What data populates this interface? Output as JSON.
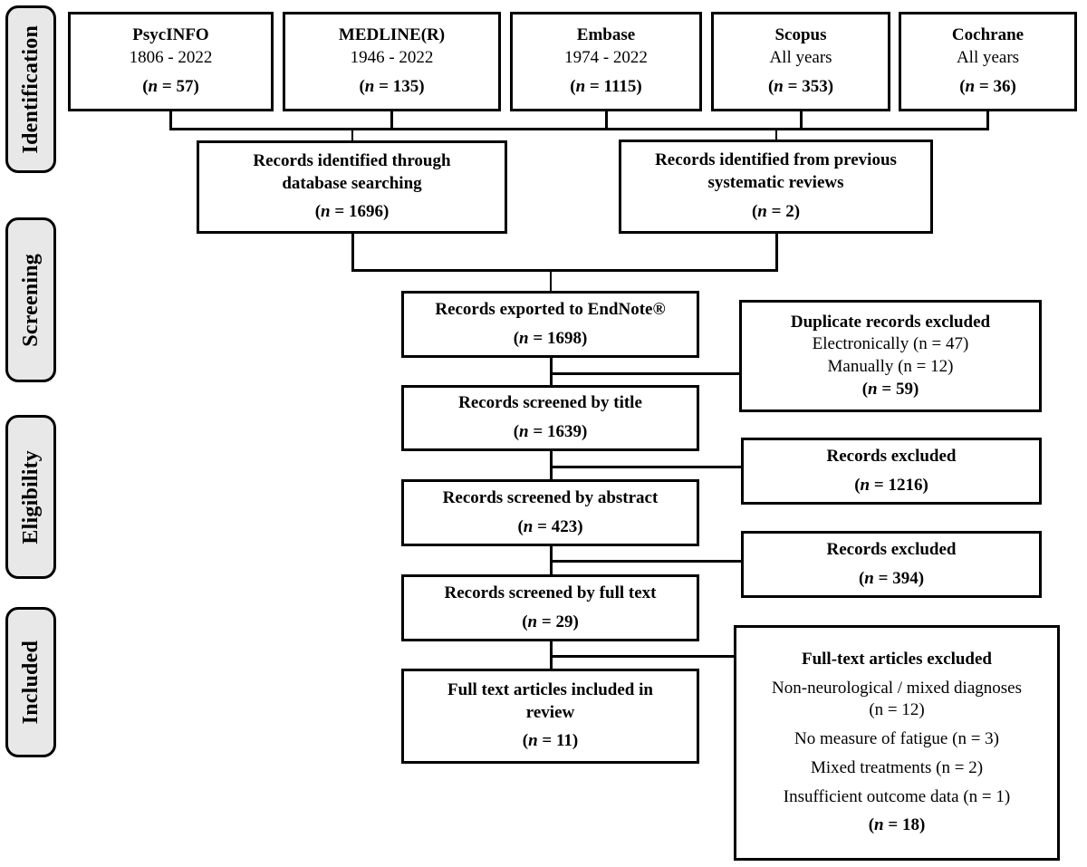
{
  "diagram": {
    "title": "PRISMA flow diagram",
    "type": "prisma-flowchart"
  },
  "stages": [
    {
      "id": "identification",
      "label": "Identification"
    },
    {
      "id": "screening",
      "label": "Screening"
    },
    {
      "id": "eligibility",
      "label": "Eligibility"
    },
    {
      "id": "included",
      "label": "Included"
    }
  ],
  "databases": [
    {
      "name": "PsycINFO",
      "years": "1806 - 2022",
      "count_prefix": "(",
      "count_n": "n",
      "count_eq": " = ",
      "count_value": "57",
      "count_suffix": ")"
    },
    {
      "name": "MEDLINE(R)",
      "years": "1946 - 2022",
      "count_prefix": "(",
      "count_n": "n",
      "count_eq": " = ",
      "count_value": "135",
      "count_suffix": ")"
    },
    {
      "name": "Embase",
      "years": "1974 - 2022",
      "count_prefix": "(",
      "count_n": "n",
      "count_eq": " = ",
      "count_value": "1115",
      "count_suffix": ")"
    },
    {
      "name": "Scopus",
      "years": "All years",
      "count_prefix": "(",
      "count_n": "n",
      "count_eq": " = ",
      "count_value": "353",
      "count_suffix": ")"
    },
    {
      "name": "Cochrane",
      "years": "All years",
      "count_prefix": "(",
      "count_n": "n",
      "count_eq": " = ",
      "count_value": "36",
      "count_suffix": ")"
    }
  ],
  "sources": {
    "database_search": {
      "line1": "Records identified through",
      "line2": "database searching",
      "count": "(n = 1696)",
      "count_value": "1696"
    },
    "previous_reviews": {
      "line1": "Records identified from previous",
      "line2": "systematic reviews",
      "count": "(n = 2)",
      "count_value": "2"
    }
  },
  "flow": {
    "endnote": {
      "line1": "Records exported to EndNote®",
      "count": "(n = 1698)",
      "count_value": "1698"
    },
    "screened_title": {
      "line1": "Records screened by title",
      "count": "(n = 1639)",
      "count_value": "1639"
    },
    "screened_abstract": {
      "line1": "Records screened by abstract",
      "count": "(n = 423)",
      "count_value": "423"
    },
    "screened_fulltext": {
      "line1": "Records screened by full text",
      "count": "(n = 29)",
      "count_value": "29"
    },
    "included_review": {
      "line1": "Full text articles included in",
      "line2": "review",
      "count": "(n = 11)",
      "count_value": "11"
    }
  },
  "exclusions": {
    "duplicates": {
      "heading": "Duplicate records excluded",
      "reasons": [
        "Electronically (n = 47)",
        "Manually (n = 12)"
      ],
      "total": "(n = 59)",
      "total_value": "59"
    },
    "excluded_title": {
      "heading": "Records excluded",
      "total": "(n = 1216)",
      "total_value": "1216"
    },
    "excluded_abstract": {
      "heading": "Records excluded",
      "total": "(n = 394)",
      "total_value": "394"
    },
    "excluded_fulltext": {
      "heading": "Full-text articles excluded",
      "reasons": [
        "Non-neurological / mixed diagnoses",
        "(n = 12)",
        "No measure of fatigue (n = 3)",
        "Mixed treatments (n = 2)",
        "Insufficient outcome data (n = 1)"
      ],
      "total": "(n = 18)",
      "total_value": "18"
    }
  },
  "colors": {
    "stroke": "#000000",
    "box_fill": "#ffffff",
    "stage_fill": "#e8e8e8",
    "text": "#000000"
  }
}
